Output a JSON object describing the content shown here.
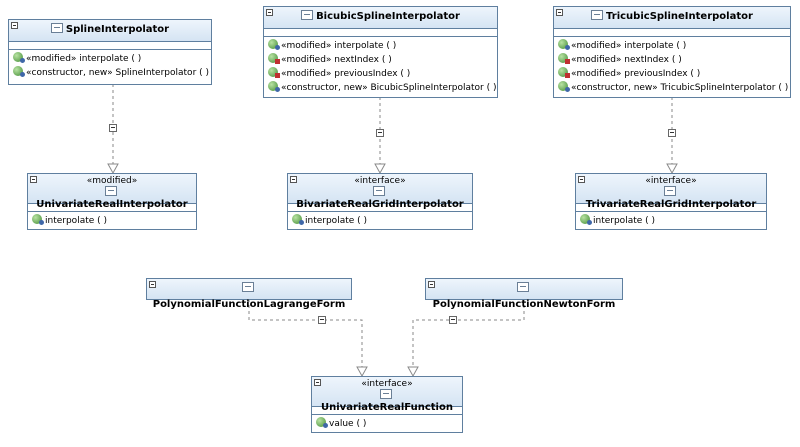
{
  "classes": {
    "spline": {
      "name": "SplineInterpolator",
      "members": [
        "«modified» interpolate ( )",
        "«constructor, new» SplineInterpolator ( )"
      ]
    },
    "bicubic": {
      "name": "BicubicSplineInterpolator",
      "members": [
        "«modified» interpolate ( )",
        "«modified» nextIndex ( )",
        "«modified» previousIndex ( )",
        "«constructor, new» BicubicSplineInterpolator ( )"
      ]
    },
    "tricubic": {
      "name": "TricubicSplineInterpolator",
      "members": [
        "«modified» interpolate ( )",
        "«modified» nextIndex ( )",
        "«modified» previousIndex ( )",
        "«constructor, new» TricubicSplineInterpolator ( )"
      ]
    },
    "univariate_interp": {
      "stereotype": "«modified»",
      "name": "UnivariateRealInterpolator",
      "members": [
        "interpolate ( )"
      ]
    },
    "bivariate": {
      "stereotype": "«interface»",
      "name": "BivariateRealGridInterpolator",
      "members": [
        "interpolate ( )"
      ]
    },
    "trivariate": {
      "stereotype": "«interface»",
      "name": "TrivariateRealGridInterpolator",
      "members": [
        "interpolate ( )"
      ]
    },
    "lagrange": {
      "name": "PolynomialFunctionLagrangeForm"
    },
    "newton": {
      "name": "PolynomialFunctionNewtonForm"
    },
    "univariate_function": {
      "stereotype": "«interface»",
      "name": "UnivariateRealFunction",
      "members": [
        "value ( )"
      ]
    }
  },
  "colors": {
    "border": "#5f7f9f",
    "header_top": "#eef5fc",
    "header_bottom": "#d5e4f3",
    "edge": "#8a8a8a"
  }
}
